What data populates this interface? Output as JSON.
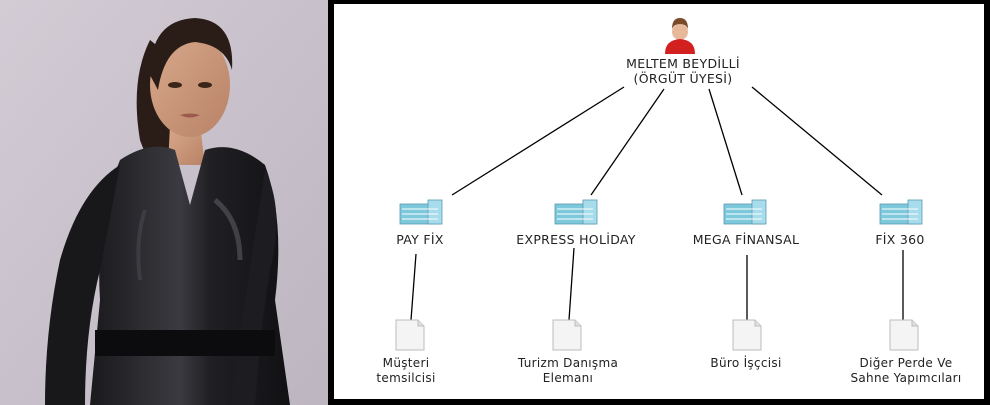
{
  "diagram": {
    "root": {
      "name": "MELTEM BEYDİLLİ",
      "role": "(ÖRGÜT ÜYESİ)",
      "icon": "person-icon"
    },
    "nodes": [
      {
        "company": "PAY FİX",
        "job_line1": "Müşteri",
        "job_line2": "temsilcisi"
      },
      {
        "company": "EXPRESS HOLİDAY",
        "job_line1": "Turizm Danışma",
        "job_line2": "Elemanı"
      },
      {
        "company": "MEGA FİNANSAL",
        "job_line1": "Büro İşçcisi",
        "job_line2": ""
      },
      {
        "company": "FİX 360",
        "job_line1": "Diğer Perde Ve",
        "job_line2": "Sahne Yapımcıları"
      }
    ],
    "icons": {
      "company": "building-icon",
      "job": "document-icon"
    },
    "colors": {
      "building": "#7ec8dc",
      "person_top": "#d22020",
      "frame": "#000000"
    }
  }
}
